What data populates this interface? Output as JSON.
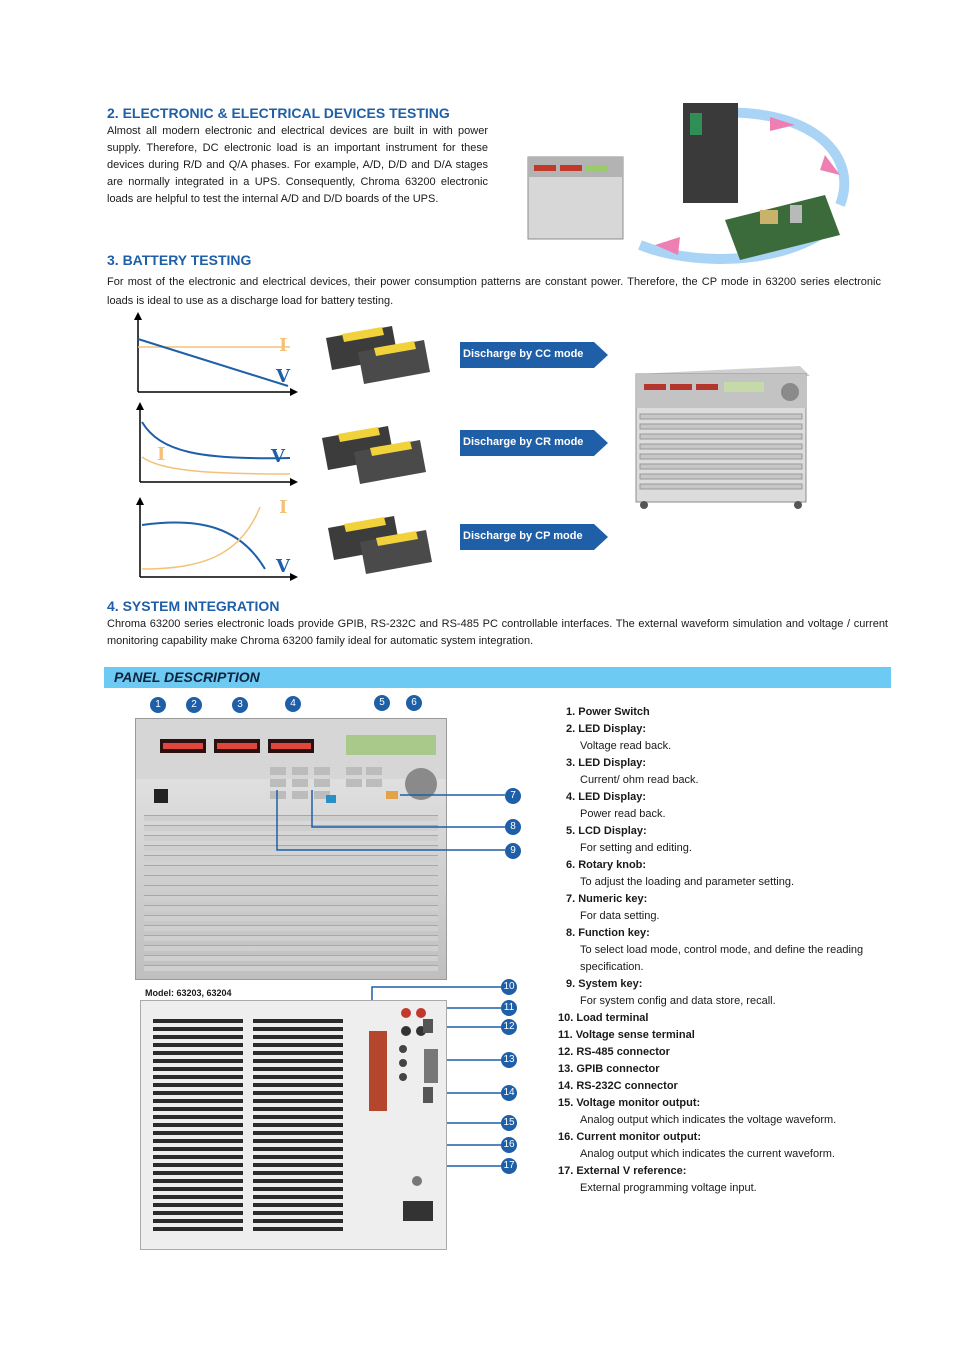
{
  "sections": {
    "devices": {
      "heading": "2. ELECTRONIC & ELECTRICAL DEVICES TESTING",
      "body": "Almost all modern electronic and electrical devices are built in with power supply. Therefore, DC electronic load is an important instrument for these devices during R/D and Q/A phases. For example, A/D, D/D and D/A stages are normally integrated in a UPS. Consequently, Chroma 63200 electronic loads are helpful to test the internal A/D and D/D boards of the UPS."
    },
    "battery": {
      "heading": "3. BATTERY TESTING",
      "body": "For most of the electronic and electrical devices, their power consumption patterns are constant power. Therefore, the CP mode in 63200 series electronic loads is ideal to use as a discharge load for battery testing."
    },
    "system": {
      "heading": "4. SYSTEM INTEGRATION",
      "body": "Chroma 63200 series electronic loads provide GPIB, RS-232C and RS-485 PC controllable interfaces. The external waveform simulation and voltage / current monitoring capability make Chroma 63200 family ideal for automatic system integration."
    }
  },
  "discharge": {
    "cc": "Discharge by CC mode",
    "cr": "Discharge by CR mode",
    "cp": "Discharge by CP mode",
    "label_i": "I",
    "label_v": "V"
  },
  "panel": {
    "title": "PANEL DESCRIPTION",
    "model": "Model: 63203, 63204",
    "callouts": [
      "1",
      "2",
      "3",
      "4",
      "5",
      "6",
      "7",
      "8",
      "9",
      "10",
      "11",
      "12",
      "13",
      "14",
      "15",
      "16",
      "17"
    ],
    "items": [
      {
        "title": "1. Power Switch",
        "desc": ""
      },
      {
        "title": "2. LED Display:",
        "desc": "Voltage read back."
      },
      {
        "title": "3. LED Display:",
        "desc": "Current/ ohm  read back."
      },
      {
        "title": "4. LED Display:",
        "desc": "Power read  back."
      },
      {
        "title": "5. LCD Display:",
        "desc": "For setting  and editing."
      },
      {
        "title": "6. Rotary knob:",
        "desc": "To adjust the loading and  parameter setting."
      },
      {
        "title": "7. Numeric key:",
        "desc": "For data setting."
      },
      {
        "title": "8. Function key:",
        "desc": "To select load mode, control  mode, and define the reading specification."
      },
      {
        "title": "9. System key:",
        "desc": "For system config and data store, recall."
      },
      {
        "title": "10. Load terminal",
        "desc": ""
      },
      {
        "title": "11. Voltage sense terminal",
        "desc": ""
      },
      {
        "title": "12. RS-485 connector",
        "desc": ""
      },
      {
        "title": "13. GPIB connector",
        "desc": ""
      },
      {
        "title": "14. RS-232C connector",
        "desc": ""
      },
      {
        "title": "15. Voltage monitor output:",
        "desc": "Analog output which indicates the voltage waveform."
      },
      {
        "title": "16. Current monitor output:",
        "desc": "Analog output which  indicates the current  waveform."
      },
      {
        "title": "17. External V reference:",
        "desc": "External programming  voltage input."
      }
    ]
  },
  "colors": {
    "heading": "#1f5fa8",
    "panel_bar": "#6dcaf2",
    "arrow": "#1f5fa8",
    "curve_i": "#f3c27a",
    "curve_v": "#1f5fa8"
  }
}
